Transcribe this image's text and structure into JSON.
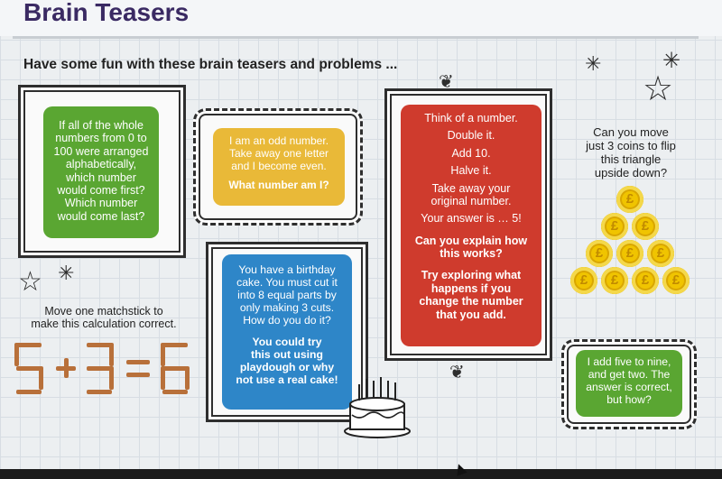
{
  "page": {
    "title": "Brain Teasers",
    "subtitle": "Have some fun with these brain teasers and problems ..."
  },
  "puzzles": {
    "alphabet": {
      "lines": [
        "If all of the whole",
        "numbers from 0 to",
        "100 were arranged",
        "alphabetically,",
        "which number",
        "would come first?",
        "Which number",
        "would come last?"
      ]
    },
    "odd_number": {
      "lines": [
        "I am an odd number.",
        "Take away one letter",
        "and I become even."
      ],
      "question": "What number am I?"
    },
    "think_number": {
      "steps": [
        "Think of a number.",
        "Double it.",
        "Add 10.",
        "Halve it.",
        "Take away your",
        "original number.",
        "Your answer is … 5!"
      ],
      "question_lines": [
        "Can you explain how",
        "this works?"
      ],
      "extension_lines": [
        "Try exploring what",
        "happens if you",
        "change the number",
        "that you add."
      ]
    },
    "coins": {
      "lines": [
        "Can you move",
        "just 3 coins to flip",
        "this triangle",
        "upside down?"
      ],
      "coin_symbol": "£",
      "coin_color": "#f0c400"
    },
    "matchstick": {
      "lines": [
        "Move one matchstick to",
        "make this calculation correct."
      ],
      "equation": "5+3=6"
    },
    "cake": {
      "lines": [
        "You have a birthday",
        "cake. You must cut it",
        "into 8 equal parts by",
        "only making 3 cuts.",
        "How do you do it?"
      ],
      "hint_lines": [
        "You could try",
        "this out using",
        "playdough or why",
        "not use a real cake!"
      ]
    },
    "five_nine": {
      "lines": [
        "I add five to nine,",
        "and get two. The",
        "answer is correct,",
        "but how?"
      ]
    }
  },
  "colors": {
    "green": "#5aa632",
    "yellow": "#e9b938",
    "red": "#cf3b2d",
    "blue": "#2e86c8",
    "title": "#3a2a63"
  },
  "icons": [
    "star-outline-icon",
    "asterisk-star-icon",
    "birthday-cake-icon",
    "scroll-curl-icon"
  ]
}
